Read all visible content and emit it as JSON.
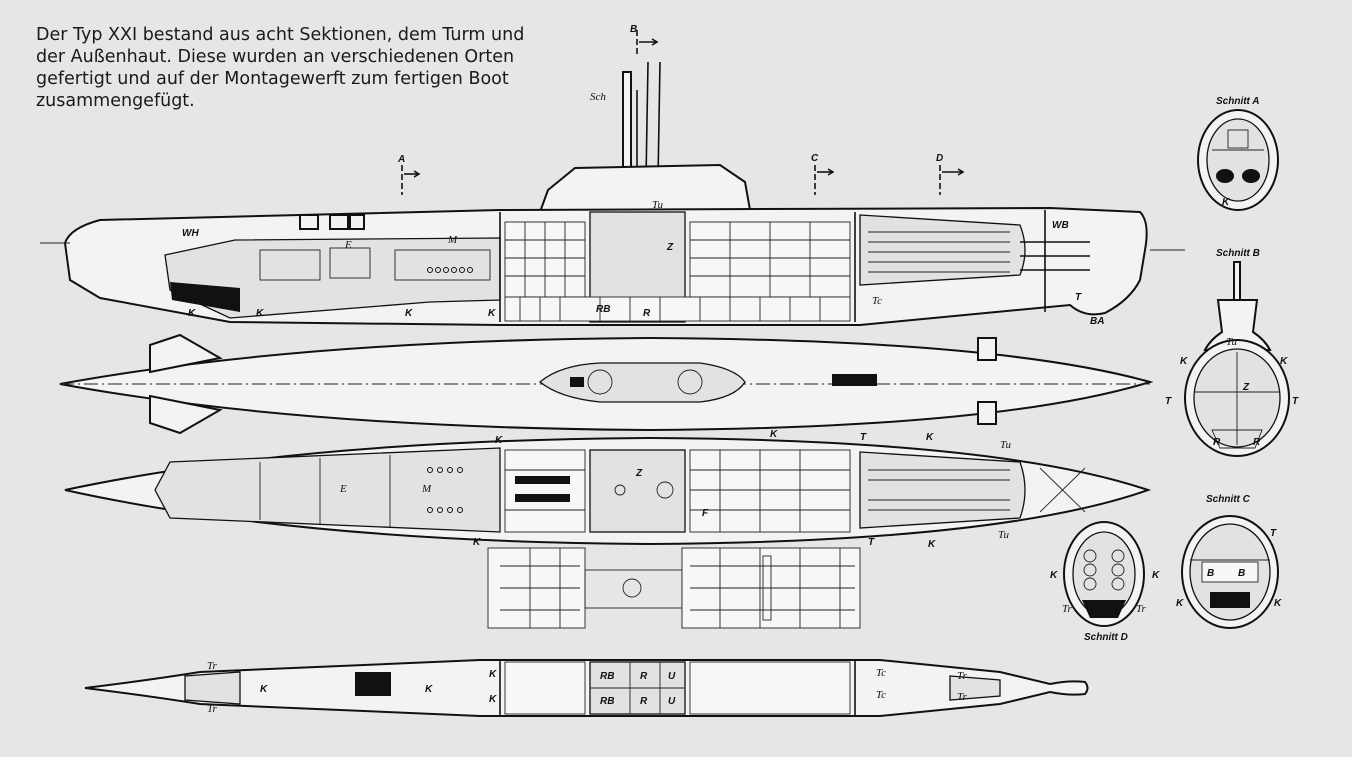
{
  "caption": {
    "lines": [
      "Der Typ XXI bestand aus acht Sektionen, dem Turm und",
      "der Außenhaut. Diese wurden an verschiedenen Orten",
      "gefertigt und auf der Montagewerft zum fertigen Boot",
      "zusammengefügt."
    ]
  },
  "section_markers": {
    "a": "A",
    "b": "B",
    "c": "C",
    "d": "D"
  },
  "section_views": {
    "a": "Schnitt A",
    "b": "Schnitt B",
    "c": "Schnitt C",
    "d": "Schnitt D"
  },
  "labels": {
    "sch": "Sch",
    "wh": "WH",
    "wb": "WB",
    "m": "M",
    "e": "E",
    "z": "Z",
    "tu": "Tu",
    "k": "K",
    "rb": "RB",
    "r": "R",
    "u": "U",
    "t": "T",
    "ba": "BA",
    "tr": "Tr",
    "f": "F",
    "b": "B",
    "tc": "Tc"
  }
}
